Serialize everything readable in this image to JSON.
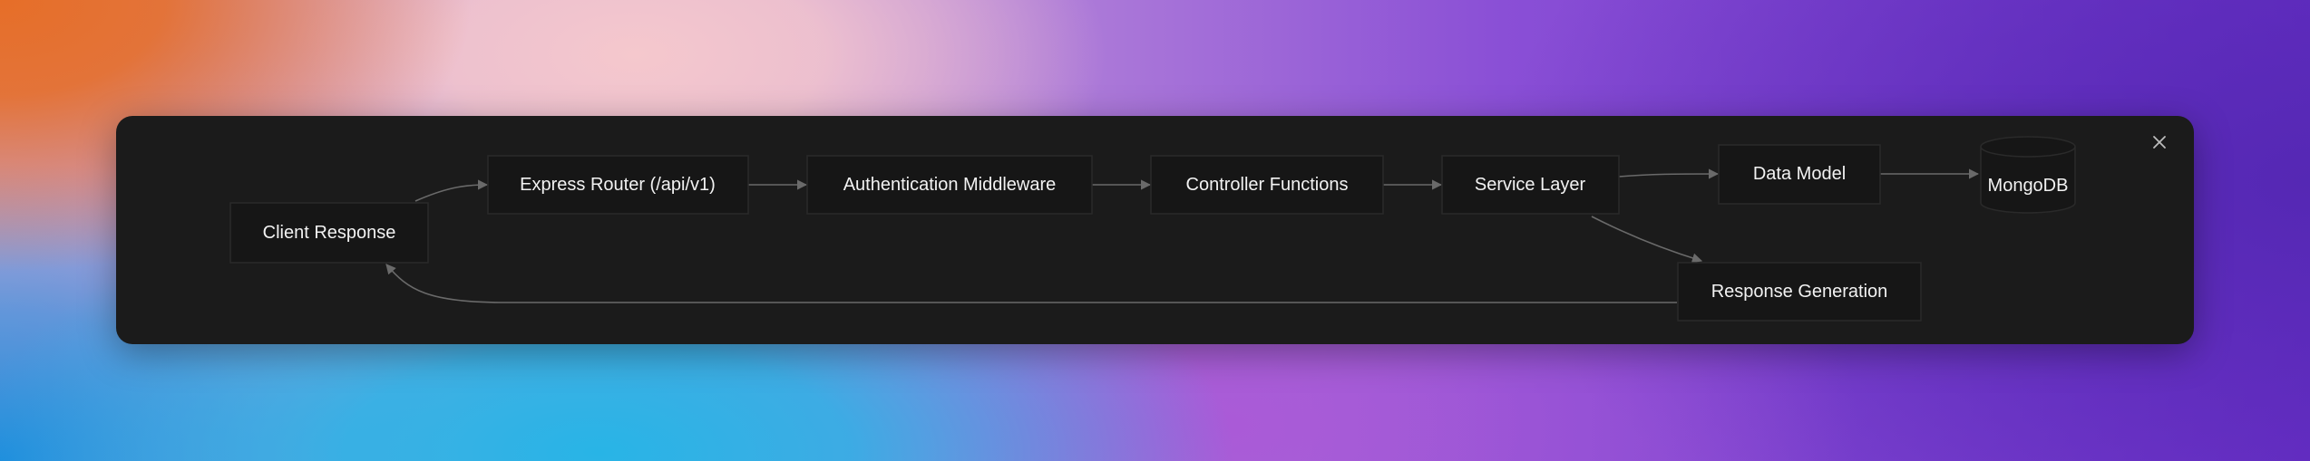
{
  "diagram": {
    "type": "flowchart",
    "nodes": {
      "client_response": "Client Response",
      "express_router": "Express Router (/api/v1)",
      "auth_middleware": "Authentication Middleware",
      "controller_functions": "Controller Functions",
      "service_layer": "Service Layer",
      "data_model": "Data Model",
      "mongodb": "MongoDB",
      "response_generation": "Response Generation"
    },
    "edges": [
      {
        "from": "Client Response",
        "to": "Express Router (/api/v1)"
      },
      {
        "from": "Express Router (/api/v1)",
        "to": "Authentication Middleware"
      },
      {
        "from": "Authentication Middleware",
        "to": "Controller Functions"
      },
      {
        "from": "Controller Functions",
        "to": "Service Layer"
      },
      {
        "from": "Service Layer",
        "to": "Data Model"
      },
      {
        "from": "Data Model",
        "to": "MongoDB"
      },
      {
        "from": "Service Layer",
        "to": "Response Generation"
      },
      {
        "from": "Response Generation",
        "to": "Client Response"
      }
    ]
  },
  "colors": {
    "panel_background": "#1b1b1b",
    "node_fill": "#161616",
    "node_stroke": "#2a2a2a",
    "edge": "#6a6a6a",
    "text": "#f2f2f2"
  },
  "icons": {
    "close": "close-icon"
  }
}
